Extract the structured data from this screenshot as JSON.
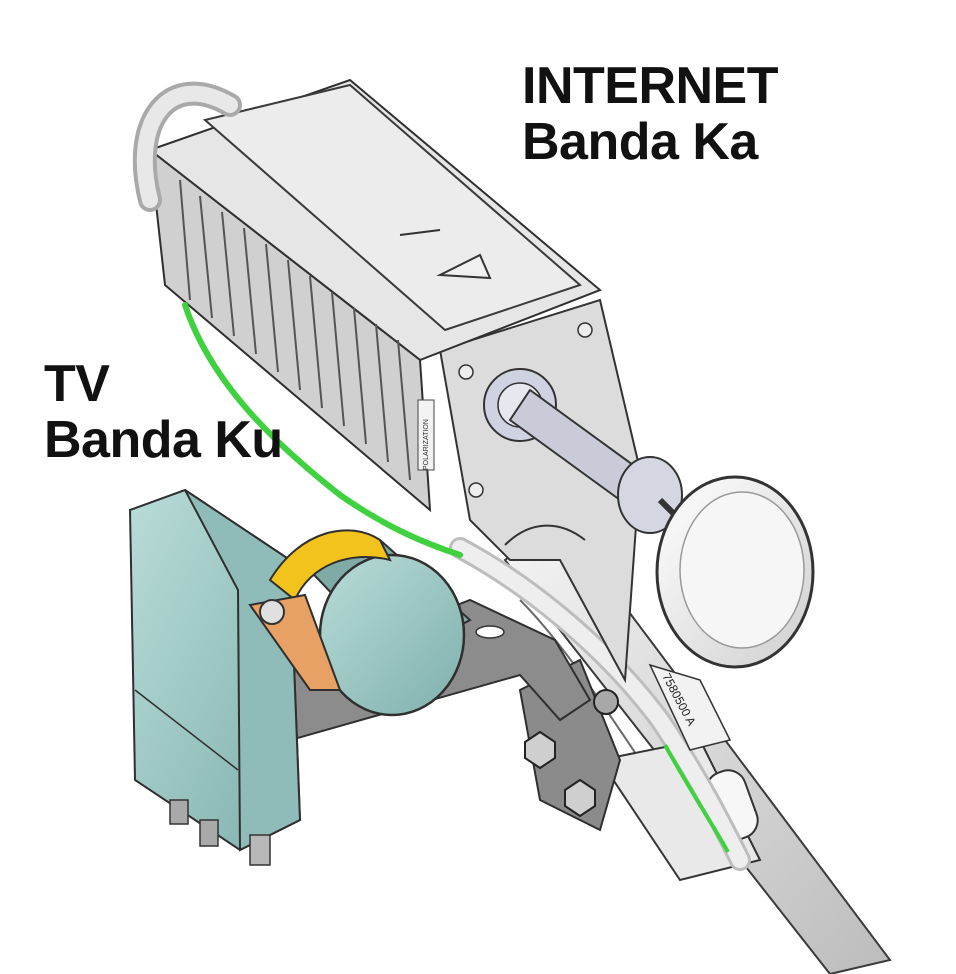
{
  "labels": {
    "internet": {
      "line1": "INTERNET",
      "line2": "Banda Ka"
    },
    "tv": {
      "line1": "TV",
      "line2": "Banda Ku"
    }
  },
  "part_number": "7580500 A",
  "polarization_text": "POLARIZATION",
  "colors": {
    "ka_cable": "#3fd13f",
    "ku_lnb_housing": "#9fc7c3",
    "clamp": "#f2c21d",
    "bracket_copper": "#e8a165",
    "metal": "#d9d9d9"
  }
}
